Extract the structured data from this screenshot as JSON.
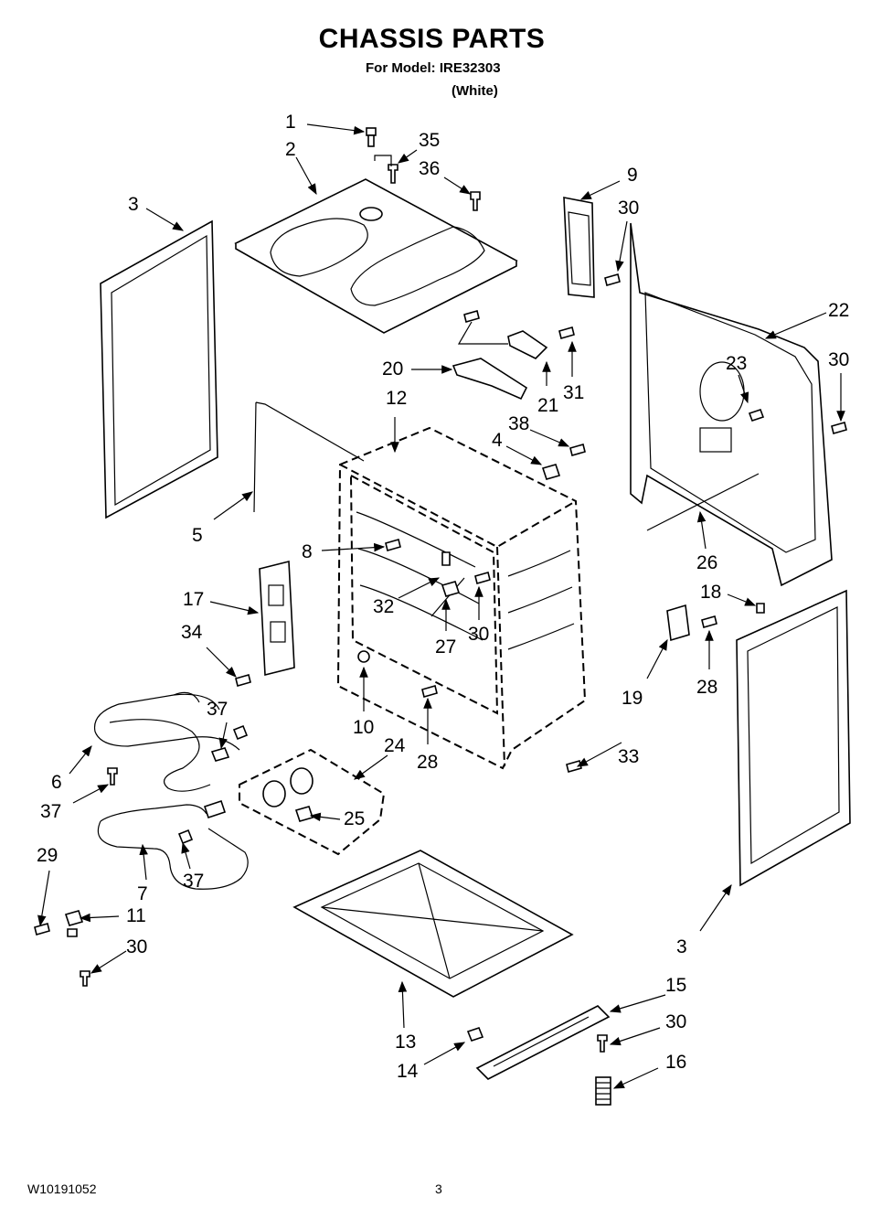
{
  "header": {
    "title": "CHASSIS PARTS",
    "model_line": "For Model: IRE32303",
    "color_line": "(White)"
  },
  "footer": {
    "doc_number": "W10191052",
    "page_number": "3"
  },
  "callouts": [
    "1",
    "2",
    "35",
    "36",
    "3",
    "9",
    "30",
    "22",
    "30",
    "23",
    "20",
    "31",
    "21",
    "12",
    "38",
    "4",
    "5",
    "26",
    "8",
    "32",
    "17",
    "30",
    "27",
    "18",
    "34",
    "19",
    "28",
    "37",
    "10",
    "28",
    "33",
    "24",
    "6",
    "37",
    "25",
    "29",
    "7",
    "37",
    "11",
    "30",
    "13",
    "15",
    "3",
    "30",
    "14",
    "16"
  ]
}
